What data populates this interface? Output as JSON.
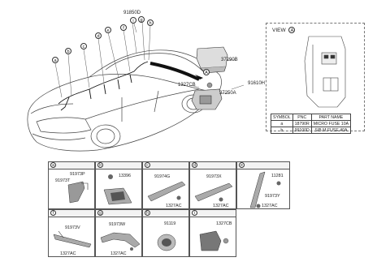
{
  "main_labels": {
    "a": "a",
    "b": "b",
    "c": "c",
    "d": "d",
    "e": "e",
    "f": "f",
    "g": "g",
    "h": "h",
    "i": "i",
    "p91850D": "91850D",
    "p37290B": "37290B",
    "p1327CB": "1327CB",
    "p37250A": "37250A",
    "p91610H": "91610H",
    "viewA": "A"
  },
  "view": {
    "title": "VIEW",
    "marker": "A"
  },
  "symbol_table": {
    "headers": [
      "SYMBOL",
      "PNC",
      "PART NAME"
    ],
    "rows": [
      [
        "a",
        "18790R",
        "MICRO FUSE 10A"
      ],
      [
        "b",
        "99100D",
        "S/B M FUSE 40A"
      ]
    ]
  },
  "cells": [
    {
      "sym": "a",
      "parts": [
        "91973P",
        "91973T"
      ]
    },
    {
      "sym": "b",
      "parts": [
        "13396"
      ]
    },
    {
      "sym": "c",
      "parts": [
        "91974G",
        "1327AC"
      ]
    },
    {
      "sym": "d",
      "parts": [
        "91973X",
        "1327AC"
      ]
    },
    {
      "sym": "e",
      "parts": [
        "11281",
        "91973Y",
        "1327AC"
      ]
    },
    {
      "sym": "f",
      "parts": [
        "91973V",
        "1327AC"
      ]
    },
    {
      "sym": "g",
      "parts": [
        "91973W",
        "1327AC"
      ]
    },
    {
      "sym": "h",
      "parts": [
        "91119"
      ]
    },
    {
      "sym": "i",
      "parts": [
        "1327CB"
      ]
    }
  ]
}
